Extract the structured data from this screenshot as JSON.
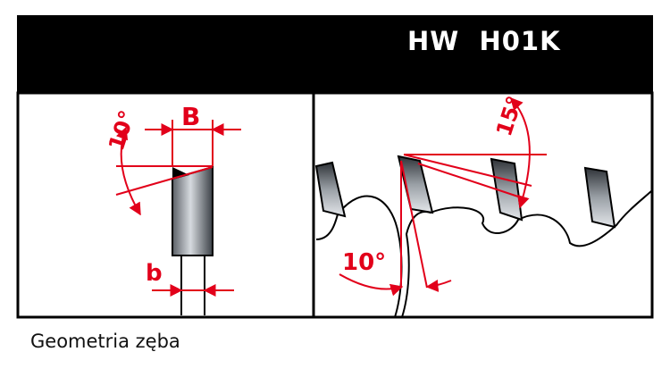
{
  "header": {
    "title": "HW  H01K"
  },
  "caption": "Geometria zęba",
  "left_panel": {
    "angle_label": "10°",
    "width_label": "B",
    "thickness_label": "b"
  },
  "right_panel": {
    "hook_angle_label": "10°",
    "bevel_angle_label": "15°"
  },
  "colors": {
    "header_bg": "#000000",
    "accent": "#e2001a",
    "frame": "#000000",
    "carbide_dark": "#3a3f44",
    "carbide_light": "#c9ced3"
  }
}
